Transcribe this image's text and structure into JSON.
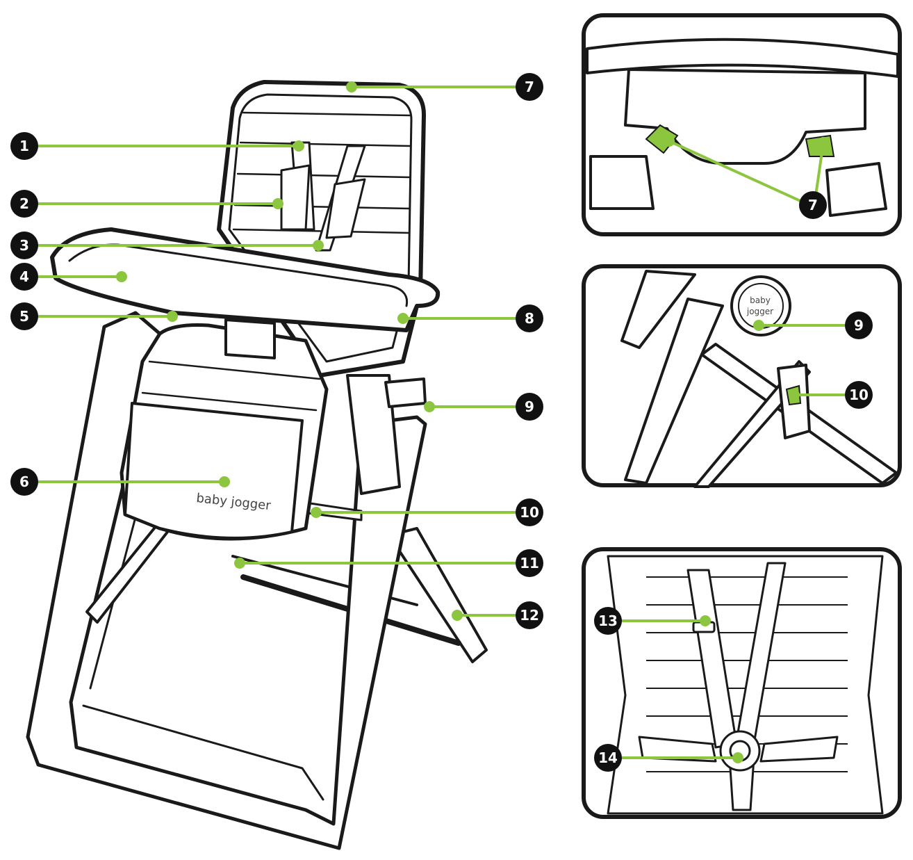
{
  "palette": {
    "accent": "#8cc63f",
    "outline": "#1a1a1a",
    "badge": "#111111",
    "fill": "#ffffff"
  },
  "brand": {
    "seat_logo": "baby jogger",
    "hub_logo_line1": "baby",
    "hub_logo_line2": "jogger"
  },
  "callouts": [
    {
      "id": "c7-main",
      "label": "7"
    },
    {
      "id": "c1",
      "label": "1"
    },
    {
      "id": "c2",
      "label": "2"
    },
    {
      "id": "c3",
      "label": "3"
    },
    {
      "id": "c4",
      "label": "4"
    },
    {
      "id": "c5",
      "label": "5"
    },
    {
      "id": "c8",
      "label": "8"
    },
    {
      "id": "c9-main",
      "label": "9"
    },
    {
      "id": "c6",
      "label": "6"
    },
    {
      "id": "c10-main",
      "label": "10"
    },
    {
      "id": "c11",
      "label": "11"
    },
    {
      "id": "c12",
      "label": "12"
    },
    {
      "id": "c7-detail",
      "label": "7"
    },
    {
      "id": "c9-detail",
      "label": "9"
    },
    {
      "id": "c10-detail",
      "label": "10"
    },
    {
      "id": "c13",
      "label": "13"
    },
    {
      "id": "c14",
      "label": "14"
    }
  ]
}
